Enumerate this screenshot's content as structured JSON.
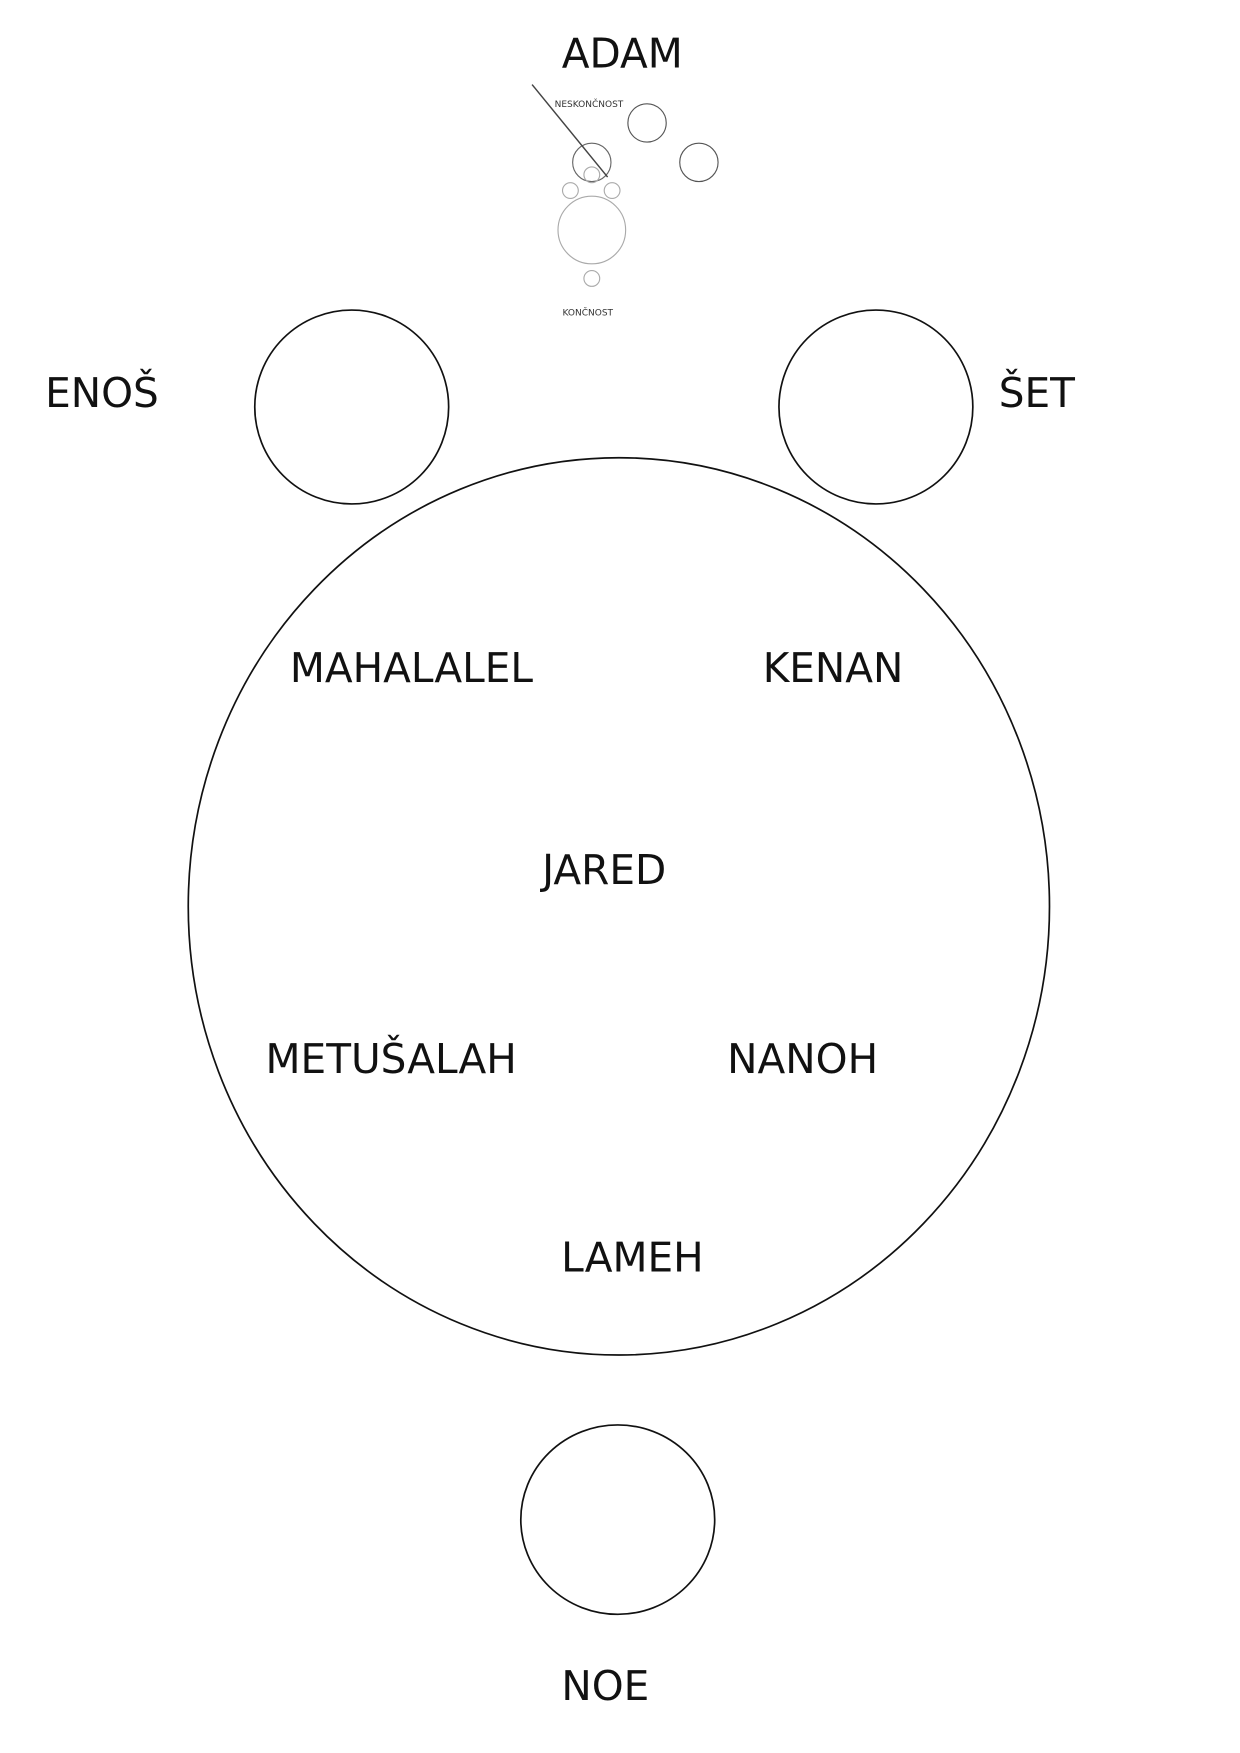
{
  "top": {
    "name": "ADAM",
    "upper_label": "NESKONČNOST",
    "lower_label": "KONČNOST"
  },
  "left": {
    "name": "ENOŠ"
  },
  "right": {
    "name": "ŠET"
  },
  "inner": {
    "top_left": "MAHALALEL",
    "top_right": "KENAN",
    "center": "JARED",
    "bottom_left": "METUŠALAH",
    "bottom_right": "NANOH",
    "bottom": "LAMEH"
  },
  "bottom": {
    "name": "NOE"
  }
}
